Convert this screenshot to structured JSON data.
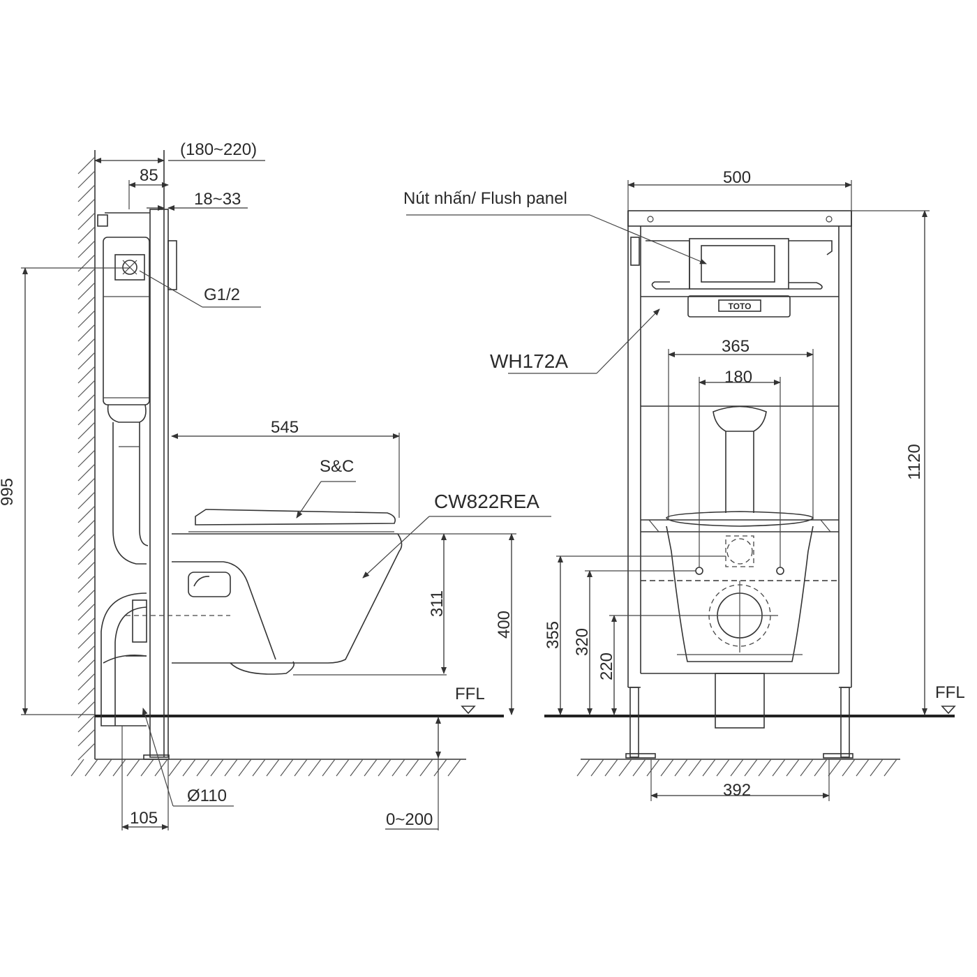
{
  "side_view": {
    "dims": {
      "wall_gap": "(180~220)",
      "frame_depth": "85",
      "panel_thickness": "18~33",
      "bowl_length": "545",
      "total_height": "995",
      "bowl_height": "311",
      "rim_height": "400",
      "drain_offset": "105",
      "floor_adjust": "0~200"
    },
    "labels": {
      "inlet": "G1/2",
      "seat": "S&C",
      "toilet_model": "CW822REA",
      "floor": "FFL",
      "drain": "Ø110"
    }
  },
  "front_view": {
    "dims": {
      "frame_width": "500",
      "bolt_outer": "365",
      "bolt_inner": "180",
      "frame_height": "1120",
      "bolt_height": "355",
      "outlet_height": "320",
      "drain_height": "220",
      "feet_spacing": "392"
    },
    "labels": {
      "flush_panel": "Nút nhấn/ Flush panel",
      "frame_model": "WH172A",
      "brand": "TOTO",
      "floor": "FFL"
    }
  }
}
